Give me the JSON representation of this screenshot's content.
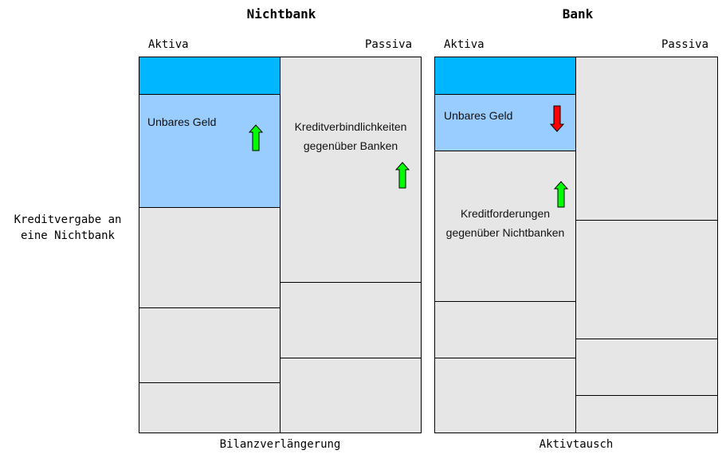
{
  "nichtbank": {
    "title": "Nichtbank",
    "aktiva": "Aktiva",
    "passiva": "Passiva",
    "cell_unbares_geld": "Unbares Geld",
    "cell_kredit_line1": "Kreditverbindlichkeiten",
    "cell_kredit_line2": "gegenüber Banken",
    "caption": "Bilanzverlängerung"
  },
  "bank": {
    "title": "Bank",
    "aktiva": "Aktiva",
    "passiva": "Passiva",
    "cell_unbares_geld": "Unbares Geld",
    "cell_kredit_line1": "Kreditforderungen",
    "cell_kredit_line2": "gegenüber Nichtbanken",
    "caption": "Aktivtausch"
  },
  "row_label": {
    "line1": "Kreditvergabe an",
    "line2": "eine Nichtbank"
  },
  "colors": {
    "cash": "#00b7ff",
    "deposit": "#99ccff",
    "cell": "#e6e6e6",
    "up": "#00ff00",
    "down": "#ff0000"
  }
}
